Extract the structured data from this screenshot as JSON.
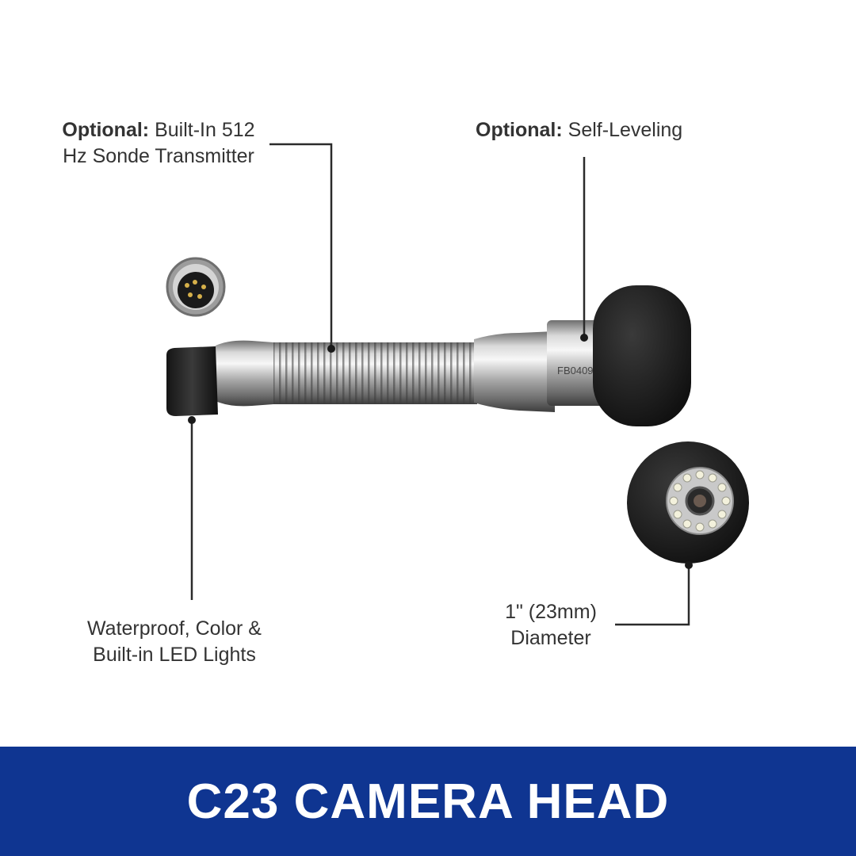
{
  "callouts": {
    "sonde": {
      "bold": "Optional:",
      "line1": " Built-In 512",
      "line2": "Hz Sonde Transmitter"
    },
    "self_leveling": {
      "bold": "Optional:",
      "text": " Self-Leveling"
    },
    "led": {
      "line1": "Waterproof, Color &",
      "line2": "Built-in LED Lights"
    },
    "diameter": {
      "line1": "1\" (23mm)",
      "line2": "Diameter"
    }
  },
  "product_marking": "FB0409",
  "banner": {
    "title": "C23 CAMERA HEAD"
  },
  "colors": {
    "banner": "#0f3591",
    "label_text": "#333333",
    "leader_line": "#2b2b2b"
  }
}
